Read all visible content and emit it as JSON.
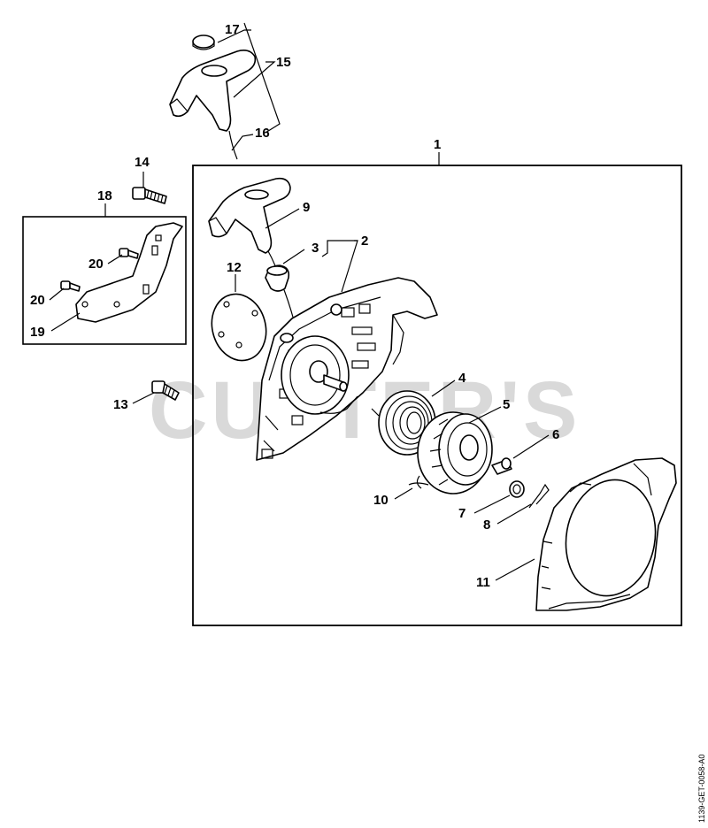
{
  "watermark": "CUTTER'S",
  "document_id": "1139-GET-0058-A0",
  "callouts": {
    "c1": "1",
    "c2": "2",
    "c3": "3",
    "c4": "4",
    "c5": "5",
    "c6": "6",
    "c7": "7",
    "c8": "8",
    "c9": "9",
    "c10": "10",
    "c11": "11",
    "c12": "12",
    "c13": "13",
    "c14": "14",
    "c15": "15",
    "c16": "16",
    "c17": "17",
    "c18": "18",
    "c19": "19",
    "c20a": "20",
    "c20b": "20"
  }
}
